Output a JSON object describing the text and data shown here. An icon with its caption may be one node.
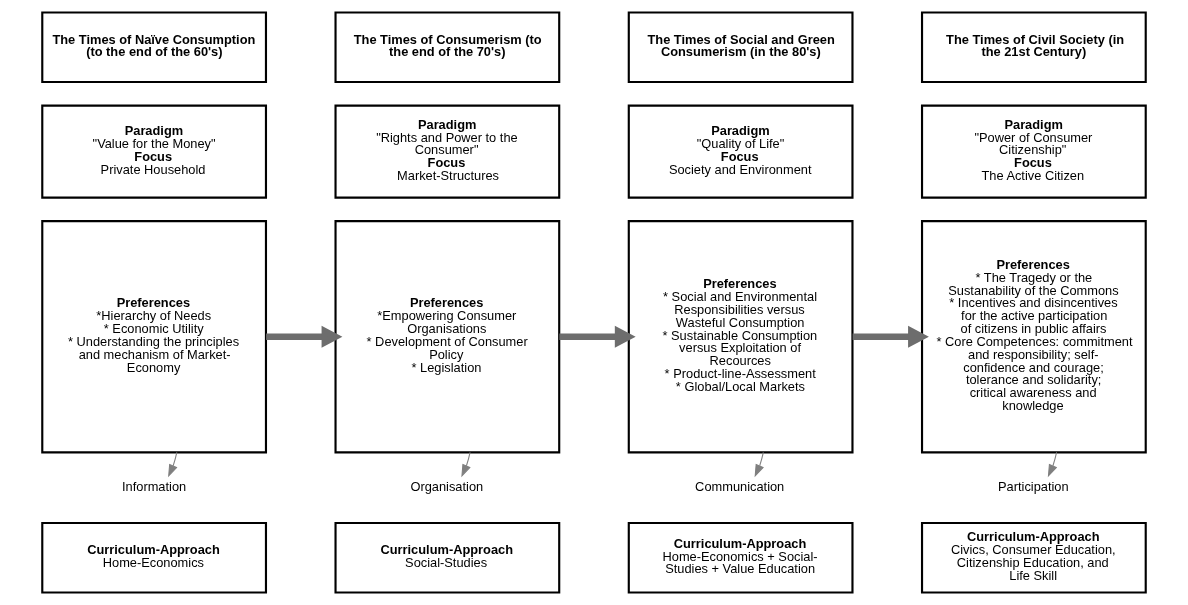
{
  "diagram": {
    "nodes": [
      {
        "text": [
          "The Times of Naïve Consumption (to the end of the 60's)"
        ]
      },
      {
        "text": [
          "Paradigm",
          "\"Value for the Money\"",
          "Focus",
          "Private Household"
        ]
      },
      {
        "text": [
          "Preferences",
          "*Hierarchy of Needs",
          "* Economic Utility",
          "* Understanding the principles and mechanism of Market-Economy"
        ]
      },
      {
        "text": [
          "Information"
        ]
      },
      {
        "text": [
          "Curriculum-Approach",
          "Home-Economics"
        ]
      },
      {
        "text": [
          "The Times of Consumerism (to the end of the 70's)"
        ]
      },
      {
        "text": [
          "Paradigm",
          "\"Rights and Power to the Consumer\"",
          "Focus",
          "Market-Structures"
        ]
      },
      {
        "text": [
          "Preferences",
          "*Empowering Consumer Organisations",
          "* Development of Consumer Policy",
          "* Legislation"
        ]
      },
      {
        "text": [
          "Organisation"
        ]
      },
      {
        "text": [
          "Curriculum-Approach",
          "Social-Studies"
        ]
      },
      {
        "text": [
          "The Times of Social and Green Consumerism (in the 80's)"
        ]
      },
      {
        "text": [
          "Paradigm",
          "\"Quality of Life\"",
          "Focus",
          "Society and Environment"
        ]
      },
      {
        "text": [
          "Preferences",
          "* Social and Environmental Responsibilities versus Wasteful Consumption",
          "* Sustainable Consumption versus Exploitation of Recources",
          "* Product-line-Assessment",
          "* Global/Local Markets"
        ]
      },
      {
        "text": [
          "Communication"
        ]
      },
      {
        "text": [
          "Curriculum-Approach",
          "Home-Economics + Social-Studies + Value Education"
        ]
      },
      {
        "text": [
          "The Times of Civil Society (in the 21st Century)"
        ]
      },
      {
        "text": [
          "Paradigm",
          "\"Power of Consumer Citizenship\"",
          "Focus",
          "The Active Citizen"
        ]
      },
      {
        "text": [
          "Preferences",
          "* The Tragedy or the Sustanability of the Commons",
          "* Incentives and disincentives for the active participation of citizens in public affairs",
          "* Core Competences: commitment and responsibility; self-confidence and courage; tolerance and solidarity; critical awareness and knowledge"
        ]
      },
      {
        "text": [
          "Participation"
        ]
      },
      {
        "text": [
          "Curriculum-Approach",
          "Civics, Consumer Education, Citizenship Education, and Life Skill"
        ]
      }
    ],
    "edges": [
      {
        "from": 2,
        "to": 3,
        "arrow": "to"
      },
      {
        "from": 2,
        "to": 7,
        "arrow": "to",
        "style": "thick"
      },
      {
        "from": 7,
        "to": 8,
        "arrow": "to"
      },
      {
        "from": 7,
        "to": 12,
        "arrow": "to",
        "style": "thick"
      },
      {
        "from": 12,
        "to": 13,
        "arrow": "to"
      },
      {
        "from": 12,
        "to": 17,
        "arrow": "to",
        "style": "thick"
      },
      {
        "from": 17,
        "to": 18,
        "arrow": "to"
      }
    ]
  }
}
